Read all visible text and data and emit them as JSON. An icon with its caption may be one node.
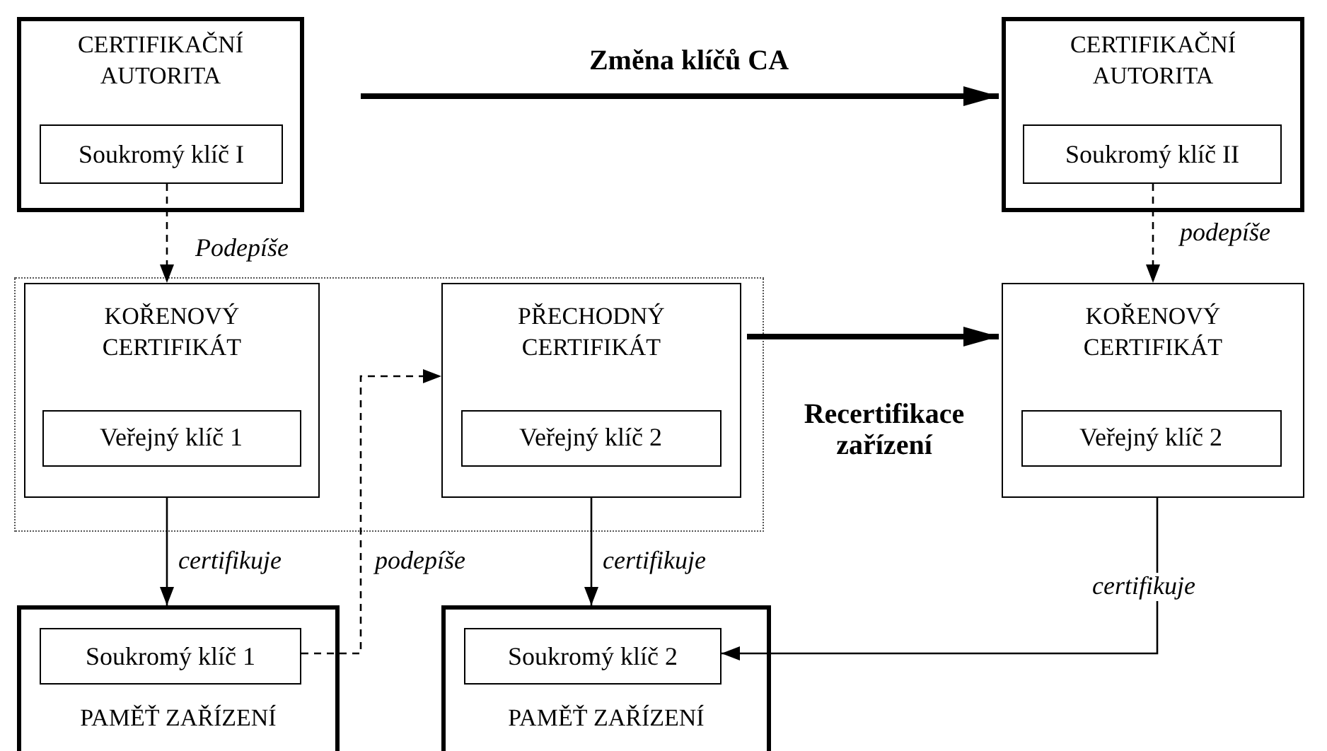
{
  "diagram": {
    "nodes": [
      {
        "text": [
          "CERTIFIKAČNÍ AUTORITA"
        ]
      },
      {
        "text": [
          "Soukromý klíč I"
        ],
        "in": 0
      },
      {
        "text": [
          "CERTIFIKAČNÍ AUTORITA"
        ]
      },
      {
        "text": [
          "Soukromý klíč II"
        ],
        "in": 2
      },
      {
        "text": [],
        "shape": "box"
      },
      {
        "text": [
          "KOŘENOVÝ CERTIFIKÁT"
        ],
        "in": 4
      },
      {
        "text": [
          "Veřejný klíč 1"
        ],
        "in": 5
      },
      {
        "text": [
          "PŘECHODNÝ CERTIFIKÁT"
        ],
        "in": 4
      },
      {
        "text": [
          "Veřejný klíč 2"
        ],
        "in": 7
      },
      {
        "text": [
          "KOŘENOVÝ CERTIFIKÁT"
        ]
      },
      {
        "text": [
          "Veřejný klíč 2"
        ],
        "in": 9
      },
      {
        "text": [
          "PAMĚŤ ZAŘÍZENÍ"
        ]
      },
      {
        "text": [
          "Soukromý klíč 1"
        ],
        "in": 11
      },
      {
        "text": [
          "PAMĚŤ ZAŘÍZENÍ"
        ]
      },
      {
        "text": [
          "Soukromý klíč 2"
        ],
        "in": 13
      }
    ],
    "edges": [
      {
        "from": 0,
        "to": 2,
        "arrow": "to",
        "label": "Změna klíčů CA",
        "style": "thick"
      },
      {
        "from": 1,
        "to": 5,
        "arrow": "to",
        "label": "Podepíše",
        "style": "dashed"
      },
      {
        "from": 3,
        "to": 9,
        "arrow": "to",
        "label": "podepíše",
        "style": "dashed"
      },
      {
        "from": 4,
        "to": 9,
        "arrow": "to",
        "label": "Recertifikace zařízení",
        "style": "thick"
      },
      {
        "from": 5,
        "to": 11,
        "arrow": "to",
        "label": "certifikuje"
      },
      {
        "from": 12,
        "to": 7,
        "arrow": "to",
        "label": "podepíše",
        "style": "dashed"
      },
      {
        "from": 7,
        "to": 13,
        "arrow": "to",
        "label": "certifikuje"
      },
      {
        "from": 9,
        "to": 14,
        "arrow": "to",
        "label": "certifikuje"
      }
    ]
  }
}
